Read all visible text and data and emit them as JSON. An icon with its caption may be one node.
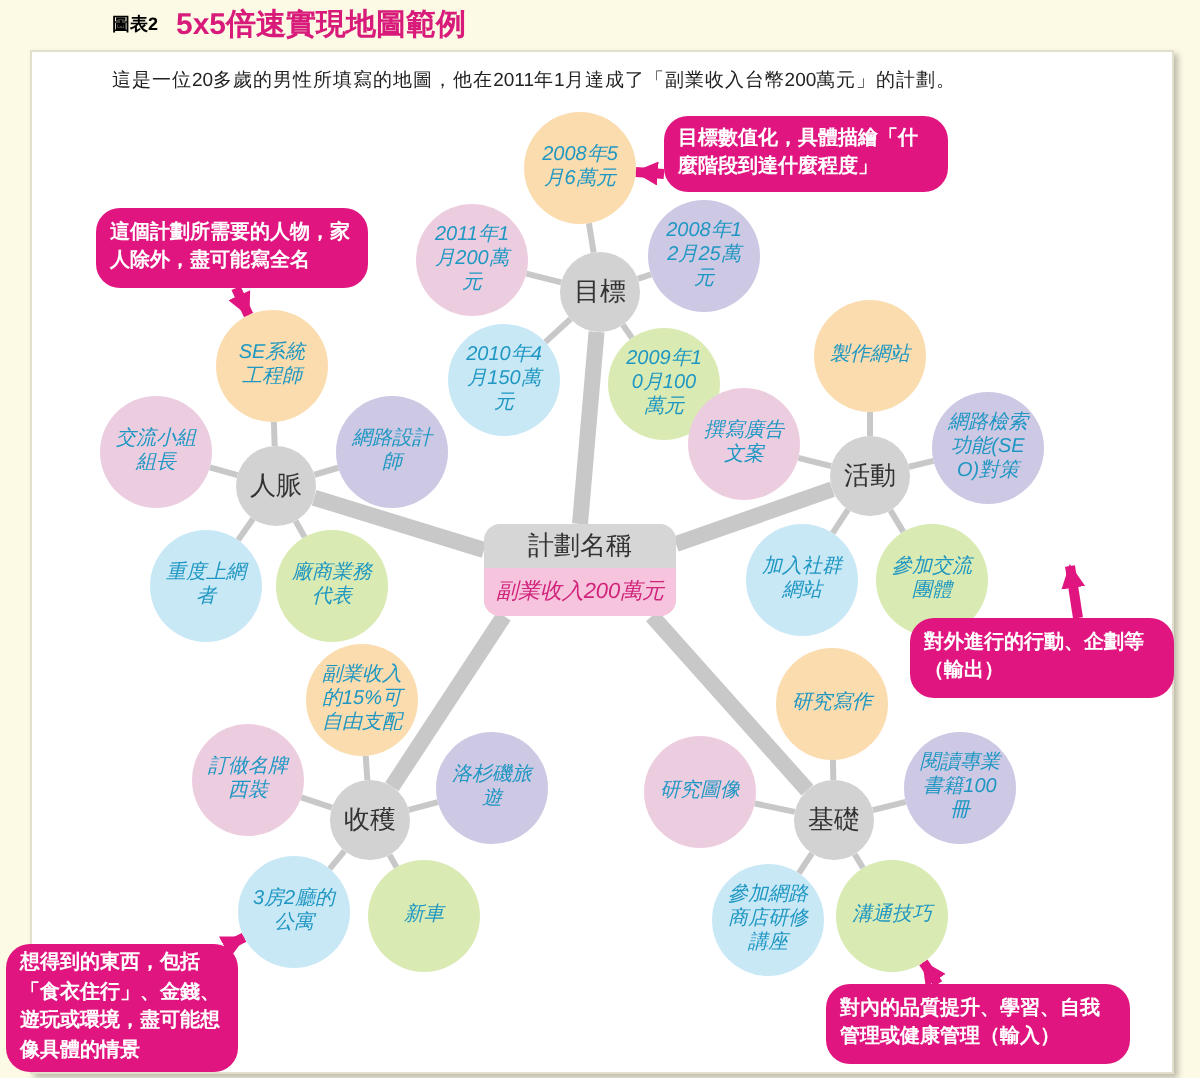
{
  "diagram": {
    "title": "5x5倍速實現地圖範例",
    "nodes": [
      {
        "text": [
          "計劃名稱",
          "副業收入200萬元"
        ]
      },
      {
        "text": [
          "目標"
        ]
      },
      {
        "text": [
          "2008年5月6萬元"
        ]
      },
      {
        "text": [
          "2011年1月200萬元"
        ]
      },
      {
        "text": [
          "2008年12月25萬元"
        ]
      },
      {
        "text": [
          "2010年4月150萬元"
        ]
      },
      {
        "text": [
          "2009年10月100萬元"
        ]
      },
      {
        "text": [
          "人脈"
        ]
      },
      {
        "text": [
          "SE系統工程師"
        ]
      },
      {
        "text": [
          "交流小組組長"
        ]
      },
      {
        "text": [
          "網路設計師"
        ]
      },
      {
        "text": [
          "重度上網者"
        ]
      },
      {
        "text": [
          "廠商業務代表"
        ]
      },
      {
        "text": [
          "活動"
        ]
      },
      {
        "text": [
          "製作網站"
        ]
      },
      {
        "text": [
          "撰寫廣告文案"
        ]
      },
      {
        "text": [
          "網路檢索功能(SEO)對策"
        ]
      },
      {
        "text": [
          "加入社群網站"
        ]
      },
      {
        "text": [
          "參加交流團體"
        ]
      },
      {
        "text": [
          "收穫"
        ]
      },
      {
        "text": [
          "副業收入的15%可自由支配"
        ]
      },
      {
        "text": [
          "訂做名牌西裝"
        ]
      },
      {
        "text": [
          "洛杉磯旅遊"
        ]
      },
      {
        "text": [
          "3房2廳的公寓"
        ]
      },
      {
        "text": [
          "新車"
        ]
      },
      {
        "text": [
          "基礎"
        ]
      },
      {
        "text": [
          "研究寫作"
        ]
      },
      {
        "text": [
          "研究圖像"
        ]
      },
      {
        "text": [
          "閱讀專業書籍100冊"
        ]
      },
      {
        "text": [
          "參加網路商店研修講座"
        ]
      },
      {
        "text": [
          "溝通技巧"
        ]
      },
      {
        "text": [
          "目標數值化，具體描繪「什麼階段到達什麼程度」"
        ]
      },
      {
        "text": [
          "這個計劃所需要的人物，家人除外，盡可能寫全名"
        ]
      },
      {
        "text": [
          "對外進行的行動、企劃等（輸出）"
        ]
      },
      {
        "text": [
          "想得到的東西，包括「食衣住行」、金錢、遊玩或環境，盡可能想像具體的情景"
        ]
      },
      {
        "text": [
          "對內的品質提升、學習、自我管理或健康管理（輸入）"
        ]
      }
    ],
    "edges": [
      {
        "from": 0,
        "to": 1,
        "arrow": "none",
        "style": "thick"
      },
      {
        "from": 0,
        "to": 7,
        "arrow": "none",
        "style": "thick"
      },
      {
        "from": 0,
        "to": 13,
        "arrow": "none",
        "style": "thick"
      },
      {
        "from": 0,
        "to": 19,
        "arrow": "none",
        "style": "thick"
      },
      {
        "from": 0,
        "to": 25,
        "arrow": "none",
        "style": "thick"
      },
      {
        "from": 1,
        "to": 2,
        "arrow": "none"
      },
      {
        "from": 1,
        "to": 3,
        "arrow": "none"
      },
      {
        "from": 1,
        "to": 4,
        "arrow": "none"
      },
      {
        "from": 1,
        "to": 5,
        "arrow": "none"
      },
      {
        "from": 1,
        "to": 6,
        "arrow": "none"
      },
      {
        "from": 7,
        "to": 8,
        "arrow": "none"
      },
      {
        "from": 7,
        "to": 9,
        "arrow": "none"
      },
      {
        "from": 7,
        "to": 10,
        "arrow": "none"
      },
      {
        "from": 7,
        "to": 11,
        "arrow": "none"
      },
      {
        "from": 7,
        "to": 12,
        "arrow": "none"
      },
      {
        "from": 13,
        "to": 14,
        "arrow": "none"
      },
      {
        "from": 13,
        "to": 15,
        "arrow": "none"
      },
      {
        "from": 13,
        "to": 16,
        "arrow": "none"
      },
      {
        "from": 13,
        "to": 17,
        "arrow": "none"
      },
      {
        "from": 13,
        "to": 18,
        "arrow": "none"
      },
      {
        "from": 19,
        "to": 20,
        "arrow": "none"
      },
      {
        "from": 19,
        "to": 21,
        "arrow": "none"
      },
      {
        "from": 19,
        "to": 22,
        "arrow": "none"
      },
      {
        "from": 19,
        "to": 23,
        "arrow": "none"
      },
      {
        "from": 19,
        "to": 24,
        "arrow": "none"
      },
      {
        "from": 25,
        "to": 26,
        "arrow": "none"
      },
      {
        "from": 25,
        "to": 27,
        "arrow": "none"
      },
      {
        "from": 25,
        "to": 28,
        "arrow": "none"
      },
      {
        "from": 25,
        "to": 29,
        "arrow": "none"
      },
      {
        "from": 25,
        "to": 30,
        "arrow": "none"
      },
      {
        "from": 31,
        "to": 2,
        "arrow": "to",
        "color": "#e0157f"
      },
      {
        "from": 32,
        "to": 8,
        "arrow": "to",
        "color": "#e0157f"
      },
      {
        "from": 33,
        "to": null,
        "arrow": "to",
        "color": "#e0157f"
      },
      {
        "from": 34,
        "to": 23,
        "arrow": "to",
        "color": "#e0157f"
      },
      {
        "from": 35,
        "to": 30,
        "arrow": "to",
        "color": "#e0157f"
      }
    ],
    "labels": [
      "圖表2",
      "這是一位20多歲的男性所填寫的地圖，他在2011年1月達成了「副業收入台幣200萬元」的計劃。"
    ]
  }
}
